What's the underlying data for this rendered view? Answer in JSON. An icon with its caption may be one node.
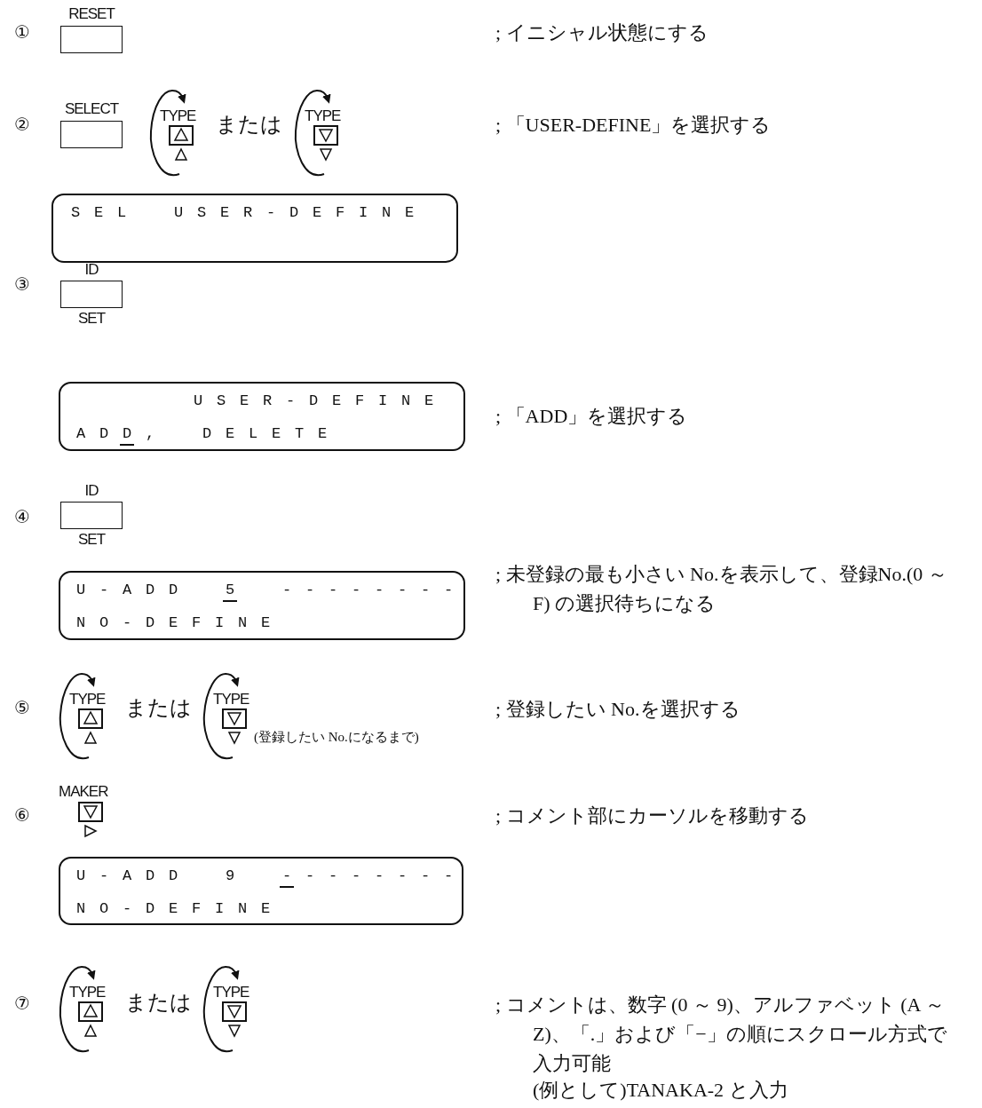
{
  "diagram": {
    "nodes": [
      {
        "text": [
          "RESET"
        ]
      },
      {
        "text": [
          "SELECT"
        ]
      },
      {
        "text": [
          "TYPE"
        ]
      },
      {
        "text": [
          "TYPE"
        ]
      },
      {
        "text": [
          "SEL USER-DEFINE"
        ]
      },
      {
        "text": [
          "ID",
          "SET"
        ]
      },
      {
        "text": [
          "USER-DEFINE",
          "ADD, DELETE"
        ]
      },
      {
        "text": [
          "ID",
          "SET"
        ]
      },
      {
        "text": [
          "U-ADD 5 --------",
          "NO-DEFINE"
        ]
      },
      {
        "text": [
          "TYPE"
        ]
      },
      {
        "text": [
          "TYPE"
        ],
        "beside": [
          "(登録したい No.になるまで)"
        ]
      },
      {
        "text": [
          "MAKER"
        ]
      },
      {
        "text": [
          "U-ADD 9 --------",
          "NO-DEFINE"
        ]
      },
      {
        "text": [
          "TYPE"
        ]
      },
      {
        "text": [
          "TYPE"
        ]
      }
    ],
    "edges": [],
    "labels": [
      "①",
      "; イニシャル状態にする",
      "②",
      "または",
      "; 「USER-DEFINE」を選択する",
      "③",
      "; 「ADD」を選択する",
      "④",
      "; 未登録の最も小さい No.を表示して、登録No.(0 ～ F) の選択待ちになる",
      "⑤",
      "または",
      "; 登録したい No.を選択する",
      "⑥",
      "; コメント部にカーソルを移動する",
      "⑦",
      "または",
      "; コメントは、数字 (0 ～ 9)、アルファベット (A ～ Z)、「.」および「−」の順にスクロール方式で入力可能",
      "(例として)TANAKA-2 と入力"
    ]
  }
}
